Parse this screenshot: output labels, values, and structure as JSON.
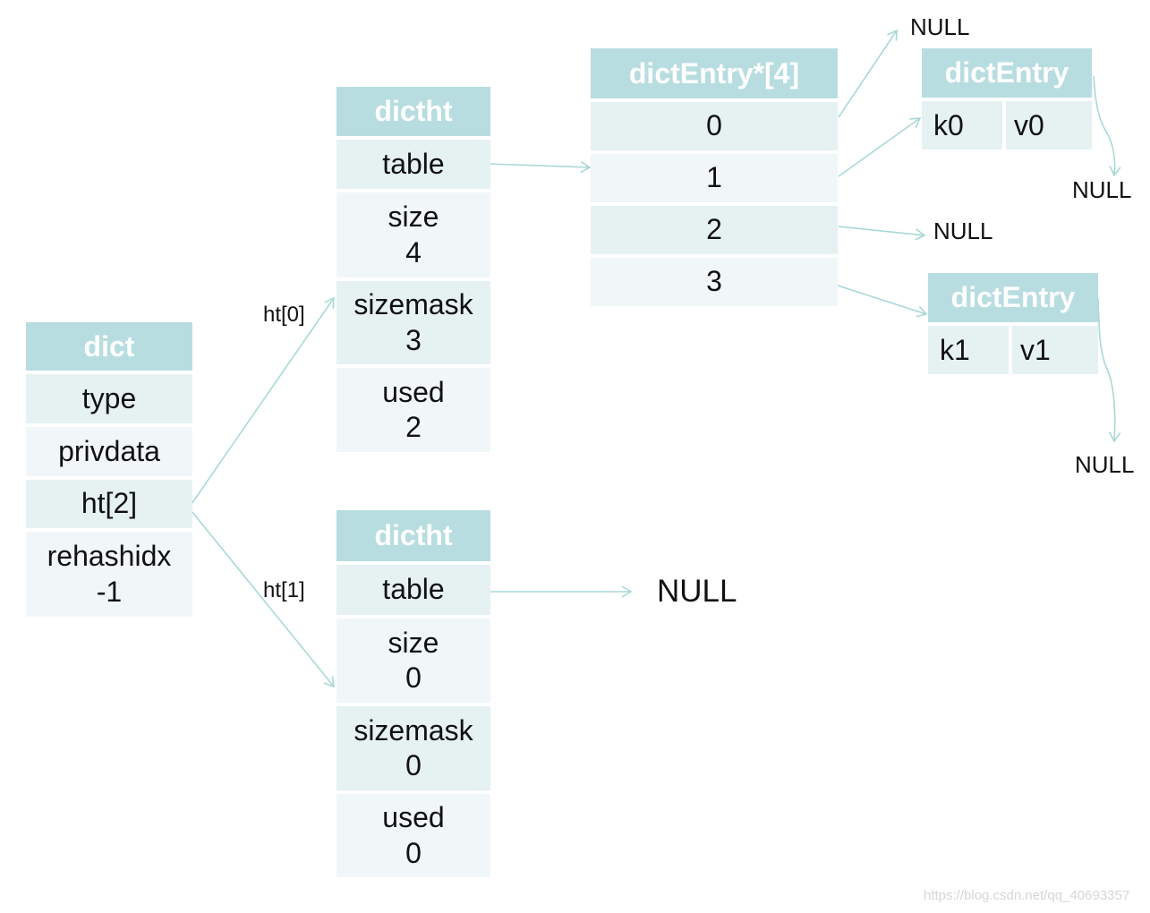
{
  "dict": {
    "title": "dict",
    "type": "type",
    "privdata": "privdata",
    "ht": "ht[2]",
    "rehashidx": "rehashidx",
    "rehashidx_value": "-1"
  },
  "links": {
    "ht0": "ht[0]",
    "ht1": "ht[1]"
  },
  "ht0": {
    "title": "dictht",
    "table": "table",
    "size": "size",
    "size_value": "4",
    "sizemask": "sizemask",
    "sizemask_value": "3",
    "used": "used",
    "used_value": "2"
  },
  "ht1": {
    "title": "dictht",
    "table": "table",
    "size": "size",
    "size_value": "0",
    "sizemask": "sizemask",
    "sizemask_value": "0",
    "used": "used",
    "used_value": "0"
  },
  "table_array": {
    "title": "dictEntry*[4]",
    "slots": [
      "0",
      "1",
      "2",
      "3"
    ]
  },
  "entry0": {
    "title": "dictEntry",
    "key": "k0",
    "value": "v0"
  },
  "entry1": {
    "title": "dictEntry",
    "key": "k1",
    "value": "v1"
  },
  "nulls": {
    "slot0": "NULL",
    "entry0_next": "NULL",
    "slot2": "NULL",
    "entry1_next": "NULL",
    "ht1_table": "NULL"
  },
  "watermark": "https://blog.csdn.net/qq_40693357",
  "colors": {
    "header_fill": "#b8dde0",
    "header_text": "#ffffff",
    "cell_dark": "#e6f1f2",
    "cell_light": "#f1f7f8",
    "arrow": "#a9d8d7"
  }
}
